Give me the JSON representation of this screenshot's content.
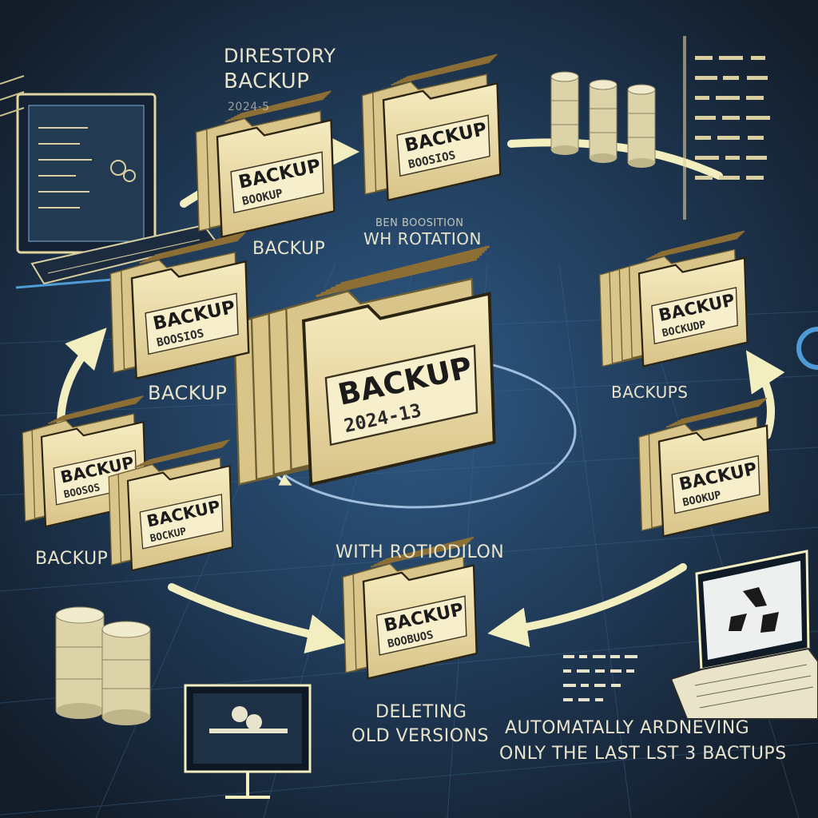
{
  "title": {
    "line1": "DIRESTORY",
    "line2": "BACKUP",
    "line3": "2024-5"
  },
  "labels": {
    "rotation_top_small": "BEN BOOSITION",
    "rotation_top": "WH ROTATION",
    "rotation_bottom": "WITH ROTIODILON",
    "backup_top": "BACKUP",
    "backup_left_mid": "BACKUP",
    "backup_left_low": "BACKUP",
    "backups_right": "BACKUPS",
    "deleting_line1": "DELETING",
    "deleting_line2": "OLD VERSIONS",
    "auto_line1": "AUTOMATALLY ARDNEVING",
    "auto_line2": "ONLY THE LAST LST 3 BACTUPS"
  },
  "folders": [
    {
      "id": "center",
      "label": "BACKUP",
      "sub": "2024-13"
    },
    {
      "id": "top-left",
      "label": "BACKUP",
      "sub": "BOOKUP"
    },
    {
      "id": "top-right",
      "label": "BACKUP",
      "sub": "BOOSIOS"
    },
    {
      "id": "left-mid",
      "label": "BACKUP",
      "sub": "BOOSIOS"
    },
    {
      "id": "left-low-a",
      "label": "BACKUP",
      "sub": "BOOSOS"
    },
    {
      "id": "left-low-b",
      "label": "BACKUP",
      "sub": "BOCKUP"
    },
    {
      "id": "right-stack",
      "label": "BACKUP",
      "sub": "BOCKUDP"
    },
    {
      "id": "right-low",
      "label": "BACKUP",
      "sub": "BOOKUP"
    },
    {
      "id": "bottom",
      "label": "BACKUP",
      "sub": "BOOBUOS"
    }
  ],
  "icons": {
    "computer": "desktop-computer-icon",
    "laptop": "laptop-recycle-icon",
    "monitor": "monitor-icon",
    "db_top": "database-cylinder-icon",
    "db_bottom": "database-cylinder-icon",
    "rotation": "rotation-arrow-icon",
    "cycle": "cycle-arrow-icon"
  },
  "colors": {
    "background": "#1a2838",
    "folder": "#f1e4a6",
    "folder_shade": "#c9b36d",
    "arrow": "#f2eec0",
    "accent_blue": "#4f9bd6",
    "text": "#e8e4cc"
  }
}
